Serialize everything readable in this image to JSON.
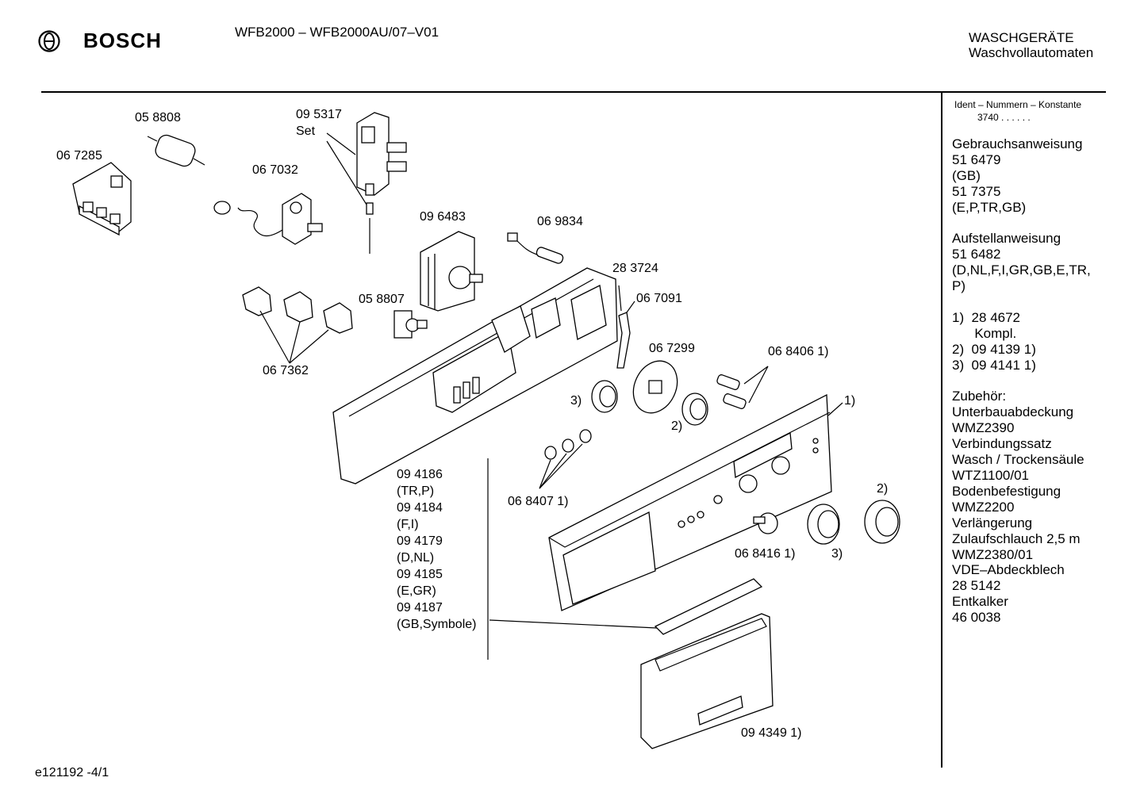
{
  "header": {
    "brand": "BOSCH",
    "model": "WFB2000 – WFB2000AU/07–V01",
    "category_line1": "WASCHGERÄTE",
    "category_line2": "Waschvollautomaten"
  },
  "footer": {
    "doc_id": "e121192 -4/1"
  },
  "sidebar": {
    "ident_title": "Ident – Nummern – Konstante",
    "ident_value": "3740  .   .   .  .  .  .",
    "lines": [
      "Gebrauchsanweisung",
      "51 6479",
      "(GB)",
      "51 7375",
      "(E,P,TR,GB)",
      "",
      "Aufstellanweisung",
      "51 6482",
      "(D,NL,F,I,GR,GB,E,TR,",
      "P)",
      "",
      "1)  28 4672",
      "      Kompl.",
      "2)  09 4139 1)",
      "3)  09 4141 1)",
      "",
      "Zubehör:",
      "Unterbauabdeckung",
      "WMZ2390",
      "Verbindungssatz",
      "Wasch / Trockensäule",
      "WTZ1100/01",
      "Bodenbefestigung",
      "WMZ2200",
      "Verlängerung",
      "Zulaufschlauch 2,5 m",
      "WMZ2380/01",
      "VDE–Abdeckblech",
      "28 5142",
      "Entkalker",
      "46 0038"
    ]
  },
  "labels": {
    "p058808": "05 8808",
    "p067285": "06 7285",
    "p095317": "09 5317",
    "set": "Set",
    "p067032": "06 7032",
    "p096483": "09 6483",
    "p069834": "06 9834",
    "p283724": "28 3724",
    "p067091": "06 7091",
    "p058807": "05 8807",
    "p067362": "06 7362",
    "p067299": "06 7299",
    "p068406": "06 8406 1)",
    "m1": "1)",
    "m3a": "3)",
    "m2a": "2)",
    "p068407": "06 8407 1)",
    "m2b": "2)",
    "p068416": "06 8416 1)",
    "m3b": "3)",
    "p094349": "09 4349 1)",
    "variants": [
      "09 4186",
      "(TR,P)",
      "09 4184",
      "(F,I)",
      "09 4179",
      "(D,NL)",
      "09 4185",
      "(E,GR)",
      "09 4187",
      "(GB,Symbole)"
    ]
  }
}
